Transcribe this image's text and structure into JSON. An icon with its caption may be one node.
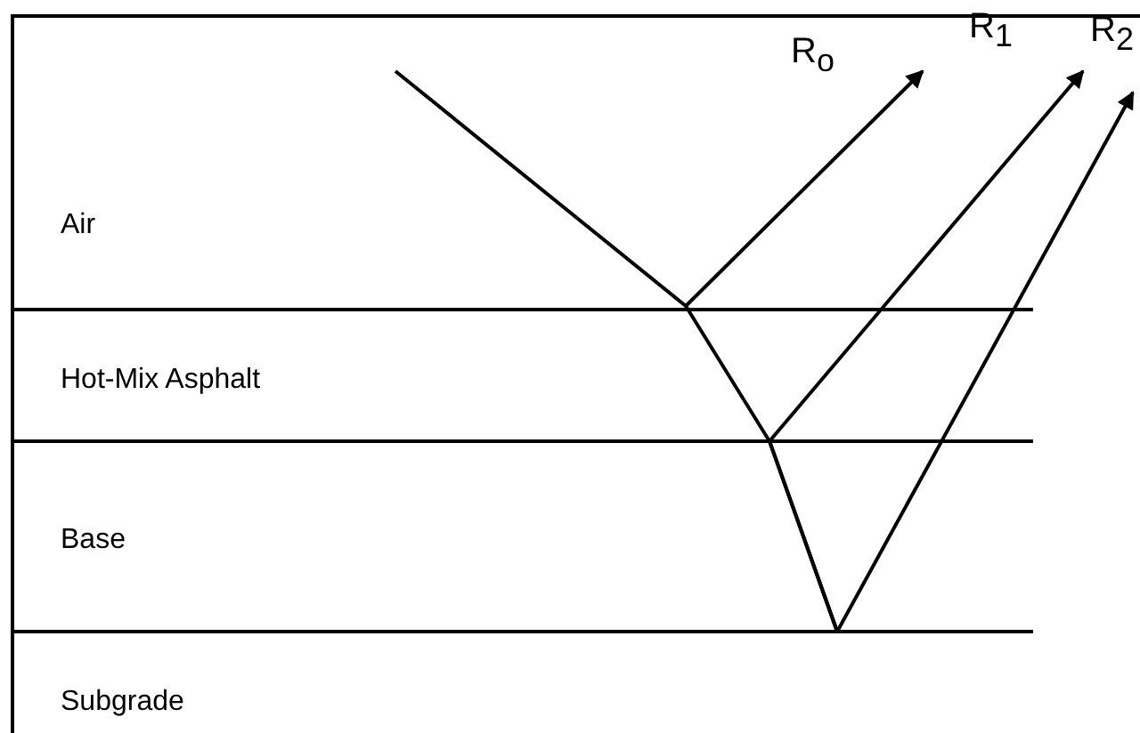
{
  "diagram": {
    "labels": [
      "R$_{o}$",
      "R$_{1}$",
      "R$_{2}$",
      "Air",
      "Hot-Mix Asphalt",
      "Base",
      "Subgrade"
    ]
  }
}
